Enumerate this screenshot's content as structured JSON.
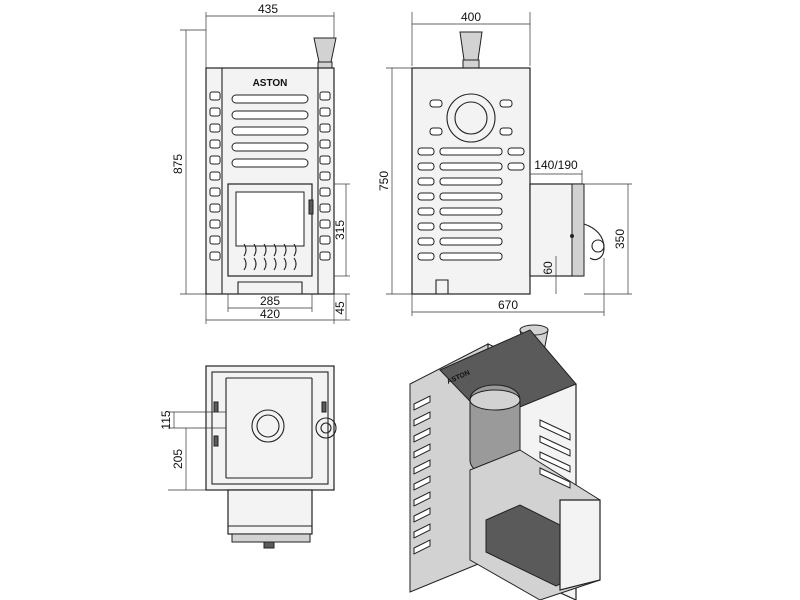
{
  "brand": {
    "front_logo": "ASTON",
    "iso_logo": "ASTON"
  },
  "dimensions": {
    "front_width_top": "435",
    "front_height": "875",
    "front_door_height": "315",
    "front_leg_height": "45",
    "front_door_width": "285",
    "front_base_width": "420",
    "side_width_top": "400",
    "side_height": "750",
    "side_flue_size": "140/190",
    "side_box_height": "350",
    "side_box_offset": "60",
    "side_total_depth": "670",
    "top_offset_1": "115",
    "top_offset_2": "205"
  },
  "colors": {
    "line": "#222222",
    "fill_light": "#f3f3f3",
    "fill_dark": "#5a5a5a"
  }
}
